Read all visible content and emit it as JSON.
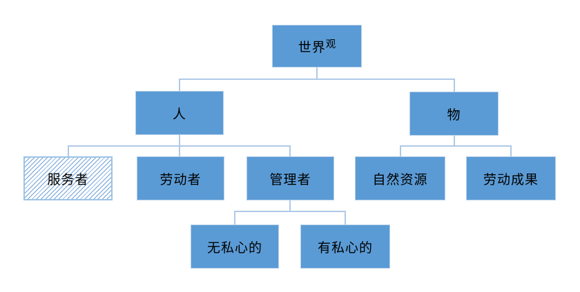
{
  "diagram": {
    "nodes": {
      "worldview": {
        "label_main": "世界",
        "label_sup": "观",
        "label_full": "世界观"
      },
      "person": {
        "label": "人"
      },
      "thing": {
        "label": "物"
      },
      "server": {
        "label": "服务者"
      },
      "laborer": {
        "label": "劳动者"
      },
      "manager": {
        "label": "管理者"
      },
      "natural_resources": {
        "label": "自然资源"
      },
      "labor_fruits": {
        "label": "劳动成果"
      },
      "selfless": {
        "label": "无私心的"
      },
      "selfish": {
        "label": "有私心的"
      }
    },
    "colors": {
      "node_fill": "#5B9BD5",
      "node_border": "#B7D0EA",
      "connector": "#AEC9E7",
      "hatch_line": "#6FA0D8",
      "hatch_border": "#9CC3E5",
      "text": "#000000",
      "background": "#FFFFFF"
    }
  }
}
